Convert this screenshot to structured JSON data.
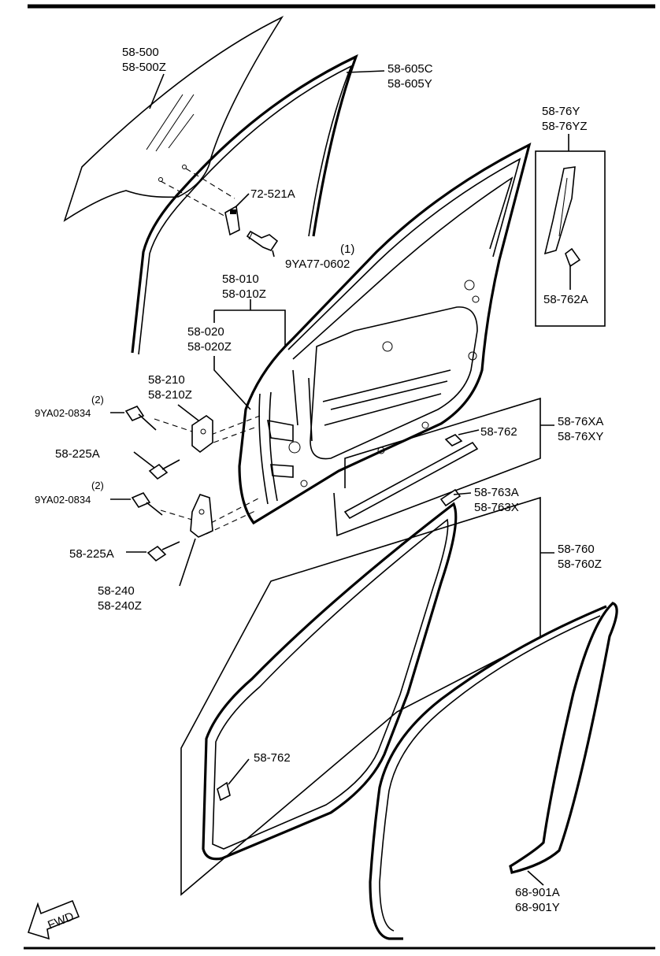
{
  "diagram": {
    "labels": {
      "glass": [
        "58-500",
        "58-500Z"
      ],
      "channel": [
        "58-605C",
        "58-605Y"
      ],
      "clip_72": "72-521A",
      "bolt_9ya77_qty": "(1)",
      "bolt_9ya77": "9YA77-0602",
      "door_shell": [
        "58-010",
        "58-010Z"
      ],
      "door_sub": [
        "58-020",
        "58-020Z"
      ],
      "upper_hinge": [
        "58-210",
        "58-210Z"
      ],
      "upper_bolt_qty": "(2)",
      "upper_bolt": "9YA02-0834",
      "upper_225a": "58-225A",
      "lower_bolt_qty": "(2)",
      "lower_bolt": "9YA02-0834",
      "lower_225a": "58-225A",
      "lower_hinge": [
        "58-240",
        "58-240Z"
      ],
      "garnish": [
        "58-76Y",
        "58-76YZ"
      ],
      "garnish_clip": "58-762A",
      "belt_molding": [
        "58-76XA",
        "58-76XY"
      ],
      "clip_762_top": "58-762",
      "clip_763": [
        "58-763A",
        "58-763X"
      ],
      "weatherstrip": [
        "58-760",
        "58-760Z"
      ],
      "clip_762_bottom": "58-762",
      "opening_seal": [
        "68-901A",
        "68-901Y"
      ],
      "fwd": "FWD"
    }
  }
}
